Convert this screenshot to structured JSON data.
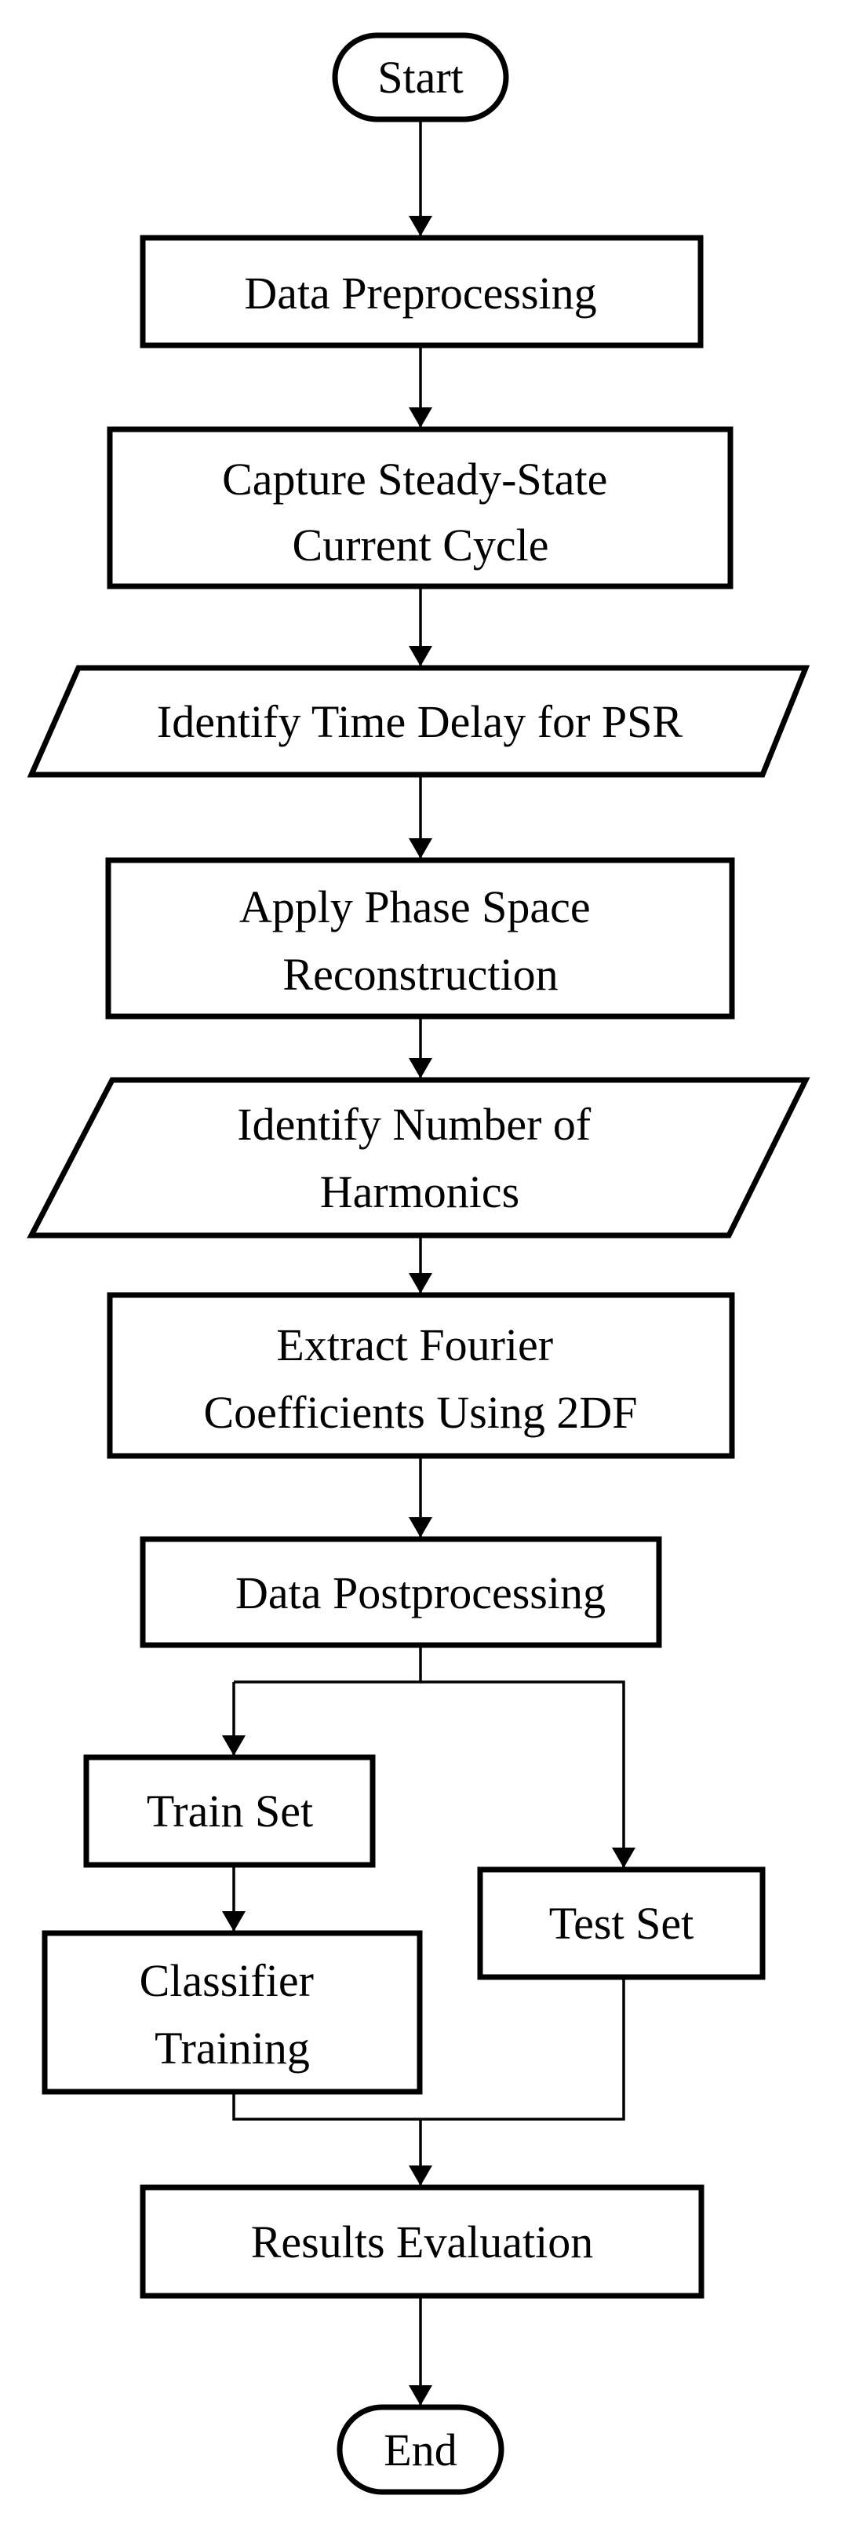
{
  "nodes": {
    "start": [
      "Start"
    ],
    "data_preprocessing": [
      "Data Preprocessing"
    ],
    "capture_cycle": [
      "Capture Steady-State",
      "Current Cycle"
    ],
    "identify_time_delay": [
      "Identify Time Delay for PSR"
    ],
    "apply_psr": [
      "Apply Phase Space",
      "Reconstruction"
    ],
    "identify_harmonics": [
      "Identify Number of",
      "Harmonics"
    ],
    "extract_coefficients": [
      "Extract Fourier",
      "Coefficients Using 2DF"
    ],
    "data_postprocessing": [
      "Data Postprocessing"
    ],
    "train_set": [
      "Train Set"
    ],
    "test_set": [
      "Test Set"
    ],
    "classifier_training": [
      "Classifier",
      "Training"
    ],
    "results_evaluation": [
      "Results Evaluation"
    ],
    "end": [
      "End"
    ]
  }
}
